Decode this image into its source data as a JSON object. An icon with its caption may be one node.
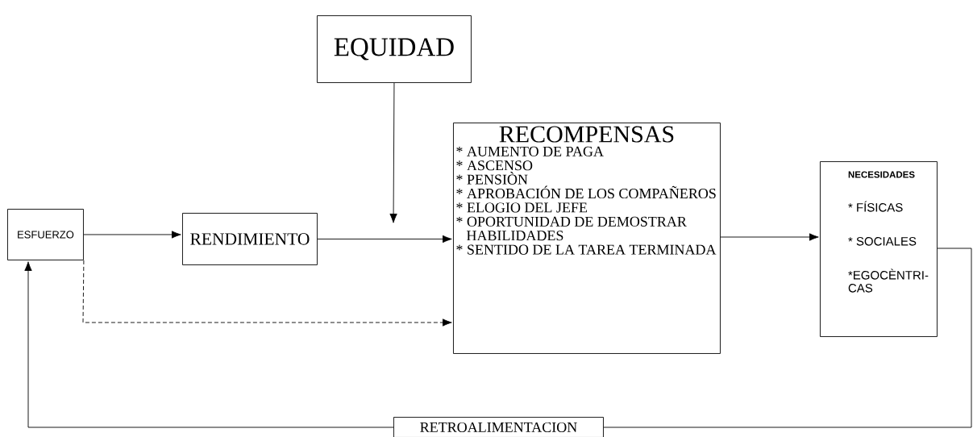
{
  "diagram": {
    "nodes": [
      {
        "text": [
          "EQUIDAD"
        ]
      },
      {
        "text": [
          "ESFUERZO"
        ]
      },
      {
        "text": [
          "RENDIMIENTO"
        ]
      },
      {
        "text": [
          "RECOMPENSAS",
          "* AUMENTO DE PAGA",
          "* ASCENSO",
          "* PENSIÒN",
          "* APROBACIÓN DE LOS COMPAÑEROS",
          "* ELOGIO DEL JEFE",
          "* OPORTUNIDAD DE DEMOSTRAR HABILIDADES",
          "* SENTIDO DE LA TAREA TERMINADA"
        ]
      },
      {
        "text": [
          "NECESIDADES",
          "* FÍSICAS",
          "* SOCIALES",
          "*EGOCÈNTRI- CAS"
        ]
      },
      {
        "text": [
          "RETROALIMENTACION"
        ]
      }
    ],
    "edges": [
      {
        "from": 1,
        "to": 2,
        "arrow": "to"
      },
      {
        "from": 2,
        "to": 3,
        "arrow": "to"
      },
      {
        "from": 0,
        "to": null,
        "arrow": "to"
      },
      {
        "from": 1,
        "to": 3,
        "arrow": "to",
        "style": "dashed"
      },
      {
        "from": 3,
        "to": 4,
        "arrow": "to"
      },
      {
        "from": 4,
        "to": 5,
        "arrow": "none"
      },
      {
        "from": 5,
        "to": 1,
        "arrow": "to"
      }
    ]
  }
}
